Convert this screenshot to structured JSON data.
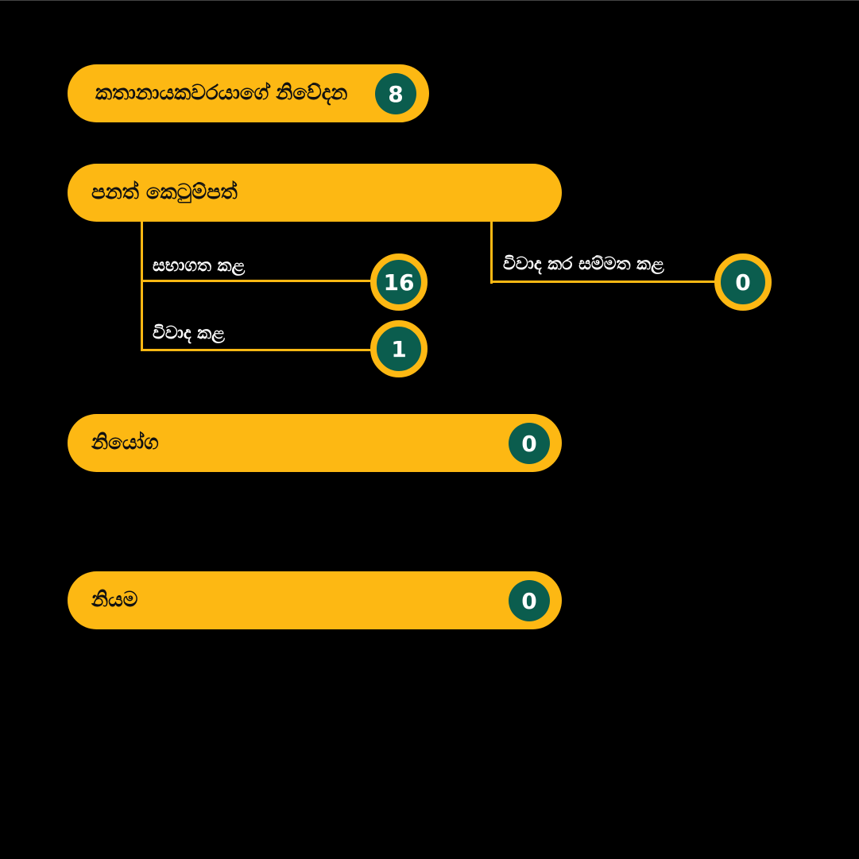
{
  "colors": {
    "background": "#000000",
    "pill": "#FDB813",
    "badge": "#0B5D4E",
    "badge_text": "#FFFFFF",
    "label_text": "#111111",
    "sub_label_text": "#FFFFFF"
  },
  "speaker_statements": {
    "label": "කතානායකවරයාගේ නිවේදන",
    "count": "8"
  },
  "private_bills": {
    "label": "පනත්  කෙටුම්පත්",
    "branches": {
      "presented": {
        "label": "සභාගත කළ",
        "count": "16"
      },
      "debated": {
        "label": "විවාද කළ",
        "count": "1"
      },
      "debated_and_passed": {
        "label": "විවාද කර සම්මත කළ",
        "count": "0"
      }
    }
  },
  "orders": {
    "label": "නියෝග",
    "count": "0"
  },
  "regulations": {
    "label": "නියම",
    "count": "0"
  }
}
